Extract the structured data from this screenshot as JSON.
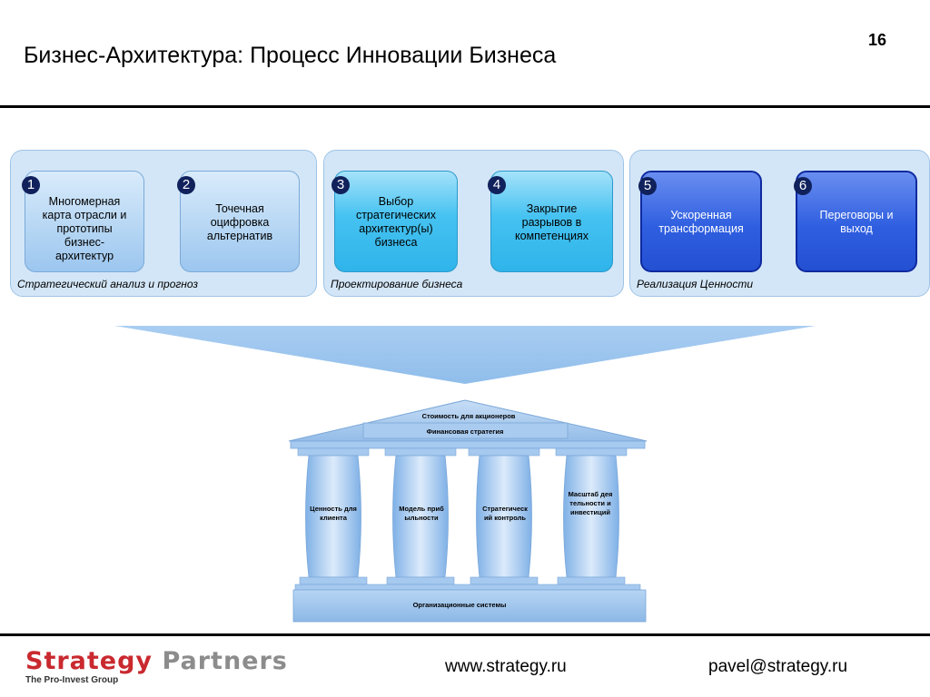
{
  "header": {
    "title": "Бизнес-Архитектура: Процесс Инновации Бизнеса",
    "page_number": "16"
  },
  "phases": [
    {
      "label": "Стратегический анализ и прогноз",
      "steps": [
        {
          "number": "1",
          "text": "Многомерная карта отрасли и прототипы бизнес-архитектур",
          "style": "light"
        },
        {
          "number": "2",
          "text": "Точечная оцифровка альтернатив",
          "style": "light"
        }
      ]
    },
    {
      "label": "Проектирование бизнеса",
      "steps": [
        {
          "number": "3",
          "text": "Выбор стратегических архитектур(ы) бизнеса",
          "style": "cyan"
        },
        {
          "number": "4",
          "text": "Закрытие разрывов в компетенциях",
          "style": "cyan"
        }
      ]
    },
    {
      "label": "Реализация Ценности",
      "steps": [
        {
          "number": "5",
          "text": "Ускоренная трансформация",
          "style": "blue"
        },
        {
          "number": "6",
          "text": "Переговоры и выход",
          "style": "blue"
        }
      ]
    }
  ],
  "temple": {
    "roof_top": "Стоимость для акционеров",
    "roof_band": "Финансовая стратегия",
    "pillars": [
      "Ценность для клиента",
      "Модель прибыльности",
      "Стратегический контроль",
      "Масштаб деятельности и инвестиций"
    ],
    "base": "Организационные системы"
  },
  "footer": {
    "logo_word1": "Strategy",
    "logo_word2": "Partners",
    "logo_sub": "The Pro-Invest Group",
    "url": "www.strategy.ru",
    "email": "pavel@strategy.ru"
  },
  "colors": {
    "phase_bg": "#d3e6f7",
    "step_light": "#b7d7f4",
    "step_cyan": "#45c2f1",
    "step_blue": "#2f5fe0",
    "number_badge": "#10215c",
    "logo_red": "#c9292f"
  }
}
